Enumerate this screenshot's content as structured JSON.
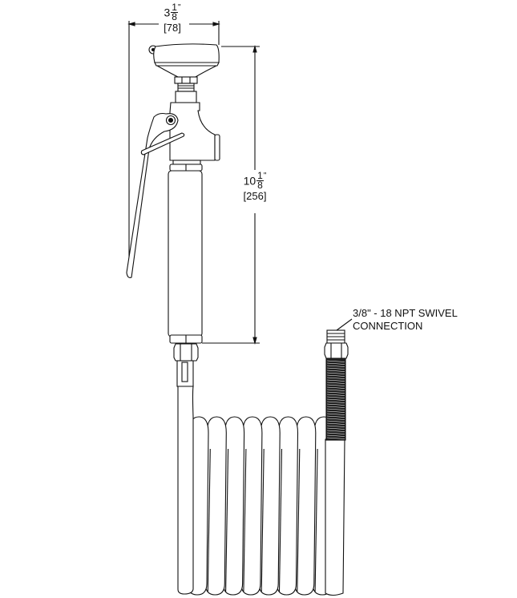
{
  "dimensions": {
    "width": {
      "whole": "3",
      "num": "1",
      "den": "8",
      "unit": "\"",
      "metric": "[78]"
    },
    "height": {
      "whole": "10",
      "num": "1",
      "den": "8",
      "unit": "\"",
      "metric": "[256]"
    }
  },
  "callout": {
    "line1": "3/8\" - 18 NPT SWIVEL",
    "line2": "CONNECTION"
  },
  "colors": {
    "line": "#111111",
    "background": "#ffffff"
  }
}
